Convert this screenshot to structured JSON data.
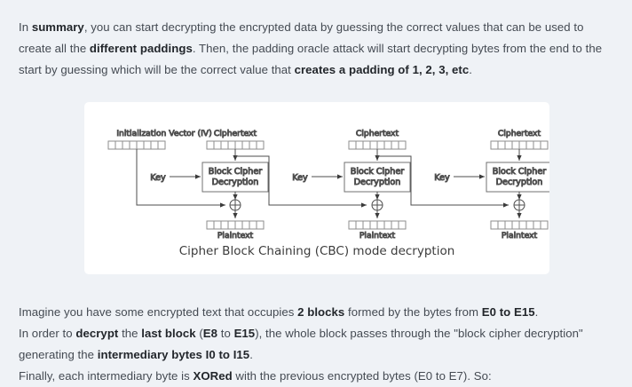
{
  "colors": {
    "page_background": "#eff2f6",
    "panel_background": "#ffffff",
    "body_text": "#444a52",
    "strong_text": "#22262b",
    "diagram_stroke": "#4d4d4d",
    "cell_stroke": "#9a9a9a"
  },
  "intro_paragraph": {
    "segments": [
      {
        "text": "In ",
        "bold": false
      },
      {
        "text": "summary",
        "bold": true
      },
      {
        "text": ", you can start decrypting the encrypted data by guessing the correct values that can be used to create all the ",
        "bold": false
      },
      {
        "text": "different paddings",
        "bold": true
      },
      {
        "text": ". Then, the padding oracle attack will start decrypting bytes from the end to the start by guessing which will be the correct value that ",
        "bold": false
      },
      {
        "text": "creates a padding of 1, 2, 3, etc",
        "bold": true
      },
      {
        "text": ".",
        "bold": false
      }
    ]
  },
  "closing_paragraph": {
    "segments": [
      {
        "text": "Imagine you have some encrypted text that occupies ",
        "bold": false
      },
      {
        "text": "2 blocks",
        "bold": true
      },
      {
        "text": " formed by the bytes from ",
        "bold": false
      },
      {
        "text": "E0 to E15",
        "bold": true
      },
      {
        "text": ".",
        "bold": false
      },
      {
        "text": "\n",
        "bold": false
      },
      {
        "text": "In order to ",
        "bold": false
      },
      {
        "text": "decrypt",
        "bold": true
      },
      {
        "text": " the ",
        "bold": false
      },
      {
        "text": "last block",
        "bold": true
      },
      {
        "text": " (",
        "bold": false
      },
      {
        "text": "E8",
        "bold": true
      },
      {
        "text": " to ",
        "bold": false
      },
      {
        "text": "E15",
        "bold": true
      },
      {
        "text": "), the whole block passes through the \"block cipher decryption\" generating the ",
        "bold": false
      },
      {
        "text": "intermediary bytes I0 to I15",
        "bold": true
      },
      {
        "text": ".",
        "bold": false
      },
      {
        "text": "\n",
        "bold": false
      },
      {
        "text": "Finally, each intermediary byte is ",
        "bold": false
      },
      {
        "text": "XORed",
        "bold": true
      },
      {
        "text": " with the previous encrypted bytes (E0 to E7). So:",
        "bold": false
      }
    ]
  },
  "figure": {
    "caption": "Cipher Block Chaining (CBC) mode decryption",
    "byte_cells_per_block": 8,
    "stages": [
      {
        "id": "stage-1",
        "input_label": "Ciphertext",
        "cipher_label_line1": "Block Cipher",
        "cipher_label_line2": "Decryption",
        "key_label": "Key",
        "output_label": "Plaintext",
        "xor_symbol": "⊕"
      },
      {
        "id": "stage-2",
        "input_label": "Ciphertext",
        "cipher_label_line1": "Block Cipher",
        "cipher_label_line2": "Decryption",
        "key_label": "Key",
        "output_label": "Plaintext",
        "xor_symbol": "⊕"
      },
      {
        "id": "stage-3",
        "input_label": "Ciphertext",
        "cipher_label_line1": "Block Cipher",
        "cipher_label_line2": "Decryption",
        "key_label": "Key",
        "output_label": "Plaintext",
        "xor_symbol": "⊕"
      }
    ],
    "iv_label": "Initialization Vector (IV)"
  }
}
